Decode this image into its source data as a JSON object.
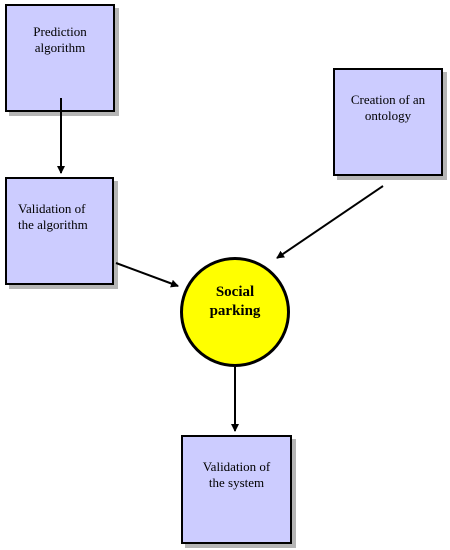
{
  "diagram": {
    "nodes": {
      "prediction": {
        "line1": "Prediction",
        "line2": "algorithm"
      },
      "validation_algorithm": {
        "line1": "Validation of",
        "line2": "the algorithm"
      },
      "ontology": {
        "line1": "Creation of an",
        "line2": "ontology"
      },
      "social_parking": {
        "line1": "Social",
        "line2": "parking"
      },
      "validation_system": {
        "line1": "Validation of",
        "line2": "the system"
      }
    },
    "edges": [
      {
        "from": "Prediction algorithm",
        "to": "Validation of the algorithm"
      },
      {
        "from": "Validation of the algorithm",
        "to": "Social parking"
      },
      {
        "from": "Creation of an ontology",
        "to": "Social parking"
      },
      {
        "from": "Social parking",
        "to": "Validation of the system"
      }
    ],
    "colors": {
      "box_fill": "#ccccff",
      "circle_fill": "#ffff00",
      "stroke": "#000000",
      "shadow": "#b5b5b5"
    }
  }
}
